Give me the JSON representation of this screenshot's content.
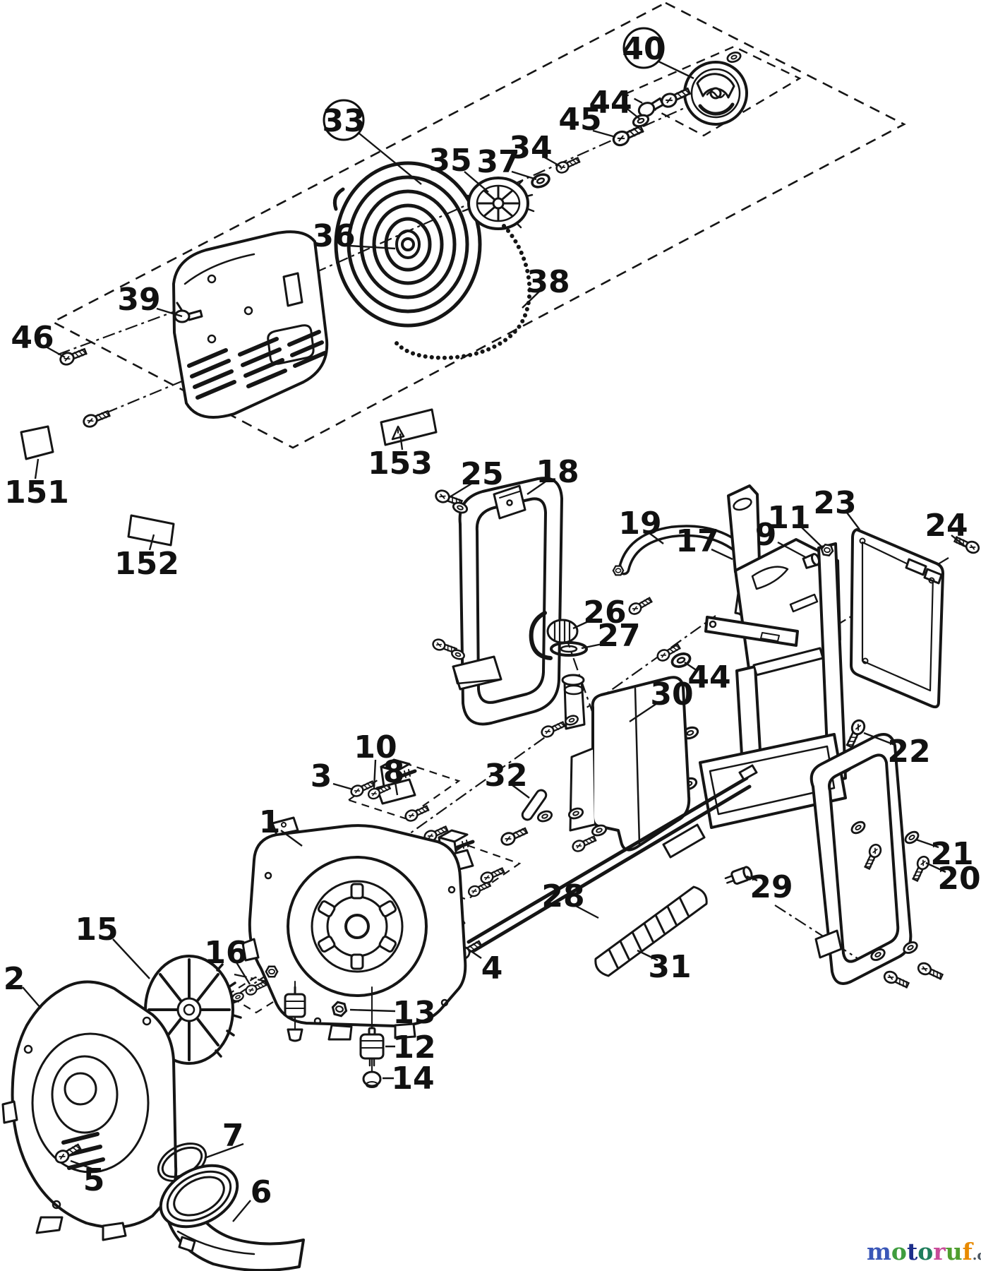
{
  "diagram": {
    "background": "#ffffff",
    "line_color": "#151515"
  },
  "callouts": {
    "c33": "33",
    "c40": "40",
    "c44a": "44",
    "c45": "45",
    "c34": "34",
    "c37": "37",
    "c35": "35",
    "c36": "36",
    "c38": "38",
    "c39": "39",
    "c46": "46",
    "c151": "151",
    "c152": "152",
    "c153": "153",
    "c25": "25",
    "c18": "18",
    "c19": "19",
    "c17": "17",
    "c9": "9",
    "c11": "11",
    "c23": "23",
    "c24": "24",
    "c26": "26",
    "c27": "27",
    "c44b": "44",
    "c30": "30",
    "c22": "22",
    "c21": "21",
    "c20": "20",
    "c29": "29",
    "c32": "32",
    "c28": "28",
    "c31": "31",
    "c4": "4",
    "c10": "10",
    "c3": "3",
    "c8": "8",
    "c1": "1",
    "c15": "15",
    "c16": "16",
    "c13": "13",
    "c12": "12",
    "c14": "14",
    "c2": "2",
    "c5": "5",
    "c7": "7",
    "c6": "6"
  },
  "watermark": {
    "letters": [
      {
        "ch": "m",
        "color": "#3a57b8"
      },
      {
        "ch": "o",
        "color": "#3f9d3f"
      },
      {
        "ch": "t",
        "color": "#1c2e8a"
      },
      {
        "ch": "o",
        "color": "#1f7d5c"
      },
      {
        "ch": "r",
        "color": "#c94b9a"
      },
      {
        "ch": "u",
        "color": "#4f9e2f"
      },
      {
        "ch": "f",
        "color": "#e88a00"
      }
    ],
    "suffix": {
      "text": ".de",
      "color": "#4a5560"
    }
  }
}
